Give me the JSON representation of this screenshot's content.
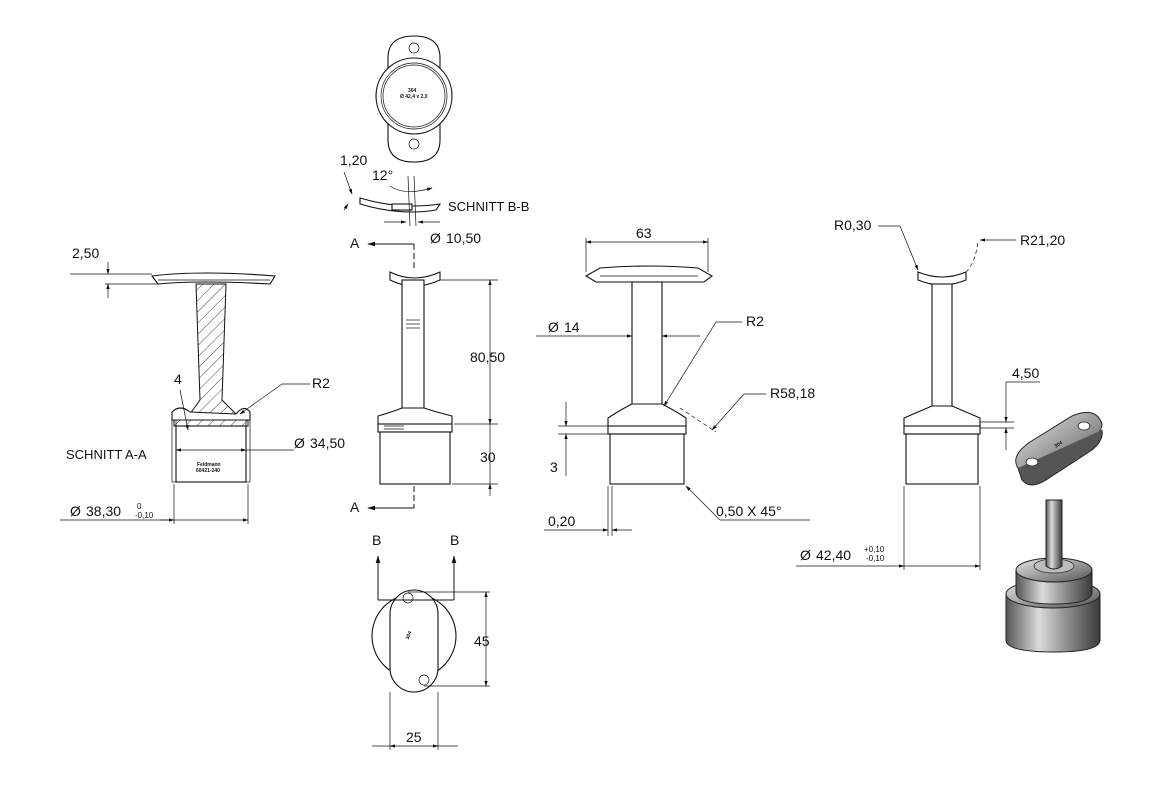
{
  "section_labels": {
    "section_a": "SCHNITT A-A",
    "section_b": "SCHNITT B-B"
  },
  "cut_markers": {
    "a_top": "A",
    "a_bottom": "A",
    "b_left": "B",
    "b_right": "B"
  },
  "dimensions": {
    "thickness_2_50": "2,50",
    "wall_4": "4",
    "radius_r2_left": "R2",
    "diameter_34_50": "34,50",
    "diameter_38_30": "38,30",
    "tol_38_30_upper": "0",
    "tol_38_30_lower": "-0,10",
    "thickness_1_20": "1,20",
    "angle_12": "12°",
    "diameter_10_50": "10,50",
    "height_80_50": "80,50",
    "height_30": "30",
    "width_63": "63",
    "diameter_14": "14",
    "radius_r2_mid": "R2",
    "radius_r58_18": "R58,18",
    "step_3": "3",
    "chamfer_0_20": "0,20",
    "chamfer_0_50x45": "0,50 X 45°",
    "radius_r0_30": "R0,30",
    "radius_r21_20": "R21,20",
    "offset_4_50": "4,50",
    "diameter_42_40": "42,40",
    "tol_42_40_upper": "+0,10",
    "tol_42_40_lower": "-0,10",
    "length_45": "45",
    "width_25": "25"
  },
  "engravings": {
    "brand": "Feldmann",
    "part_no": "60421-240",
    "plate_1": "304",
    "plate_2": "Ø 42,4 x 2,0"
  },
  "symbols": {
    "diameter": "Ø"
  }
}
